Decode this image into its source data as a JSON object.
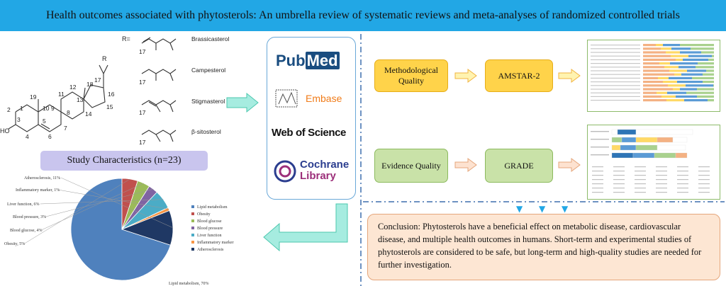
{
  "title": "Health outcomes associated with phytosterols: An umbrella review of systematic reviews and meta-analyses of randomized controlled trials",
  "structure": {
    "r_label": "R=",
    "atom_numbers": [
      "1",
      "2",
      "3",
      "4",
      "5",
      "6",
      "7",
      "8",
      "9",
      "10",
      "11",
      "12",
      "13",
      "14",
      "15",
      "16",
      "17",
      "18",
      "19"
    ],
    "ho_label": "HO",
    "side_chain_17": "17",
    "sterols": [
      "Brassicasterol",
      "Campesterol",
      "Stigmasterol",
      "β-sitosterol"
    ]
  },
  "study_characteristics": {
    "label": "Study Characteristics (n=23)"
  },
  "databases": {
    "pubmed_pub": "Pub",
    "pubmed_med": "Med",
    "embase": "Embase",
    "wos": "Web of Science",
    "cochrane_1": "Cochrane",
    "cochrane_2": "Library"
  },
  "flow": {
    "methodological": "Methodological Quality",
    "amstar": "AMSTAR-2",
    "evidence": "Evidence Quality",
    "grade": "GRADE"
  },
  "conclusion": "Conclusion: Phytosterols have a beneficial effect on metabolic disease, cardiovascular disease, and multiple health outcomes in humans. Short-term and experimental studies of phytosterols are considered to be safe, but long-term and high-quality studies are needed for further investigation.",
  "chart_data": {
    "type": "pie",
    "title": "",
    "categories": [
      "Lipid metabolism",
      "Obesity",
      "Blood glucose",
      "Blood pressure",
      "Liver function",
      "Inflammatory marker",
      "Atherosclerosis"
    ],
    "values": [
      70,
      5,
      4,
      3,
      6,
      1,
      11
    ],
    "data_labels": [
      "Lipid metabolism, 70%",
      "Obesity, 5%",
      "Blood glucose, 4%",
      "Blood pressure, 3%",
      "Liver function, 6%",
      "Inflammatory marker, 1%",
      "Atherosclerosis, 11%"
    ],
    "colors": [
      "#4f81bd",
      "#c0504d",
      "#9bbb59",
      "#8064a2",
      "#4bacc6",
      "#f79646",
      "#1f3864"
    ],
    "legend": "right"
  }
}
